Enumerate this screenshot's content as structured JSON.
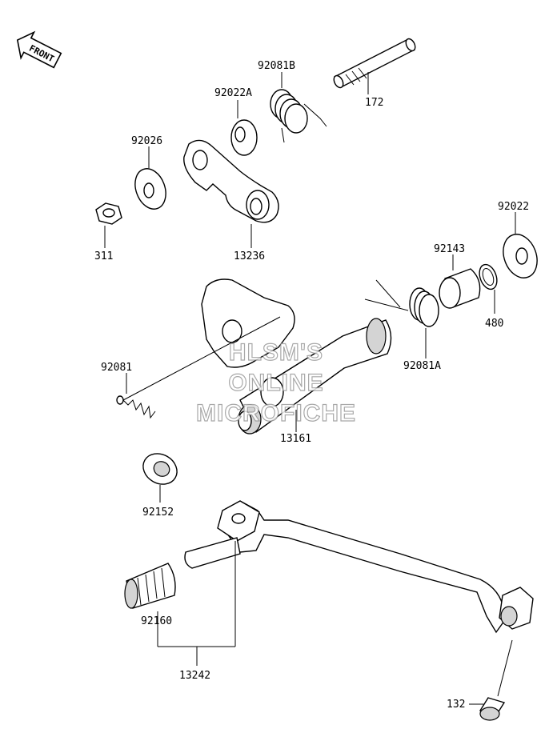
{
  "orientation": {
    "front_label": "FRONT"
  },
  "watermark": {
    "line1": "HLSM'S",
    "line2": "ONLINE",
    "line3": "MICROFICHE",
    "color": "#9a9a9a"
  },
  "parts": [
    {
      "number": "92081B",
      "icon": "torsion-spring"
    },
    {
      "number": "172",
      "icon": "pin"
    },
    {
      "number": "92022A",
      "icon": "washer"
    },
    {
      "number": "92026",
      "icon": "washer"
    },
    {
      "number": "311",
      "icon": "nut"
    },
    {
      "number": "13236",
      "icon": "lever"
    },
    {
      "number": "92022",
      "icon": "washer"
    },
    {
      "number": "92143",
      "icon": "collar"
    },
    {
      "number": "480",
      "icon": "circlip"
    },
    {
      "number": "92081A",
      "icon": "torsion-spring"
    },
    {
      "number": "92081",
      "icon": "spring"
    },
    {
      "number": "13161",
      "icon": "shift-shaft"
    },
    {
      "number": "92152",
      "icon": "seal"
    },
    {
      "number": "92160",
      "icon": "pedal-rubber"
    },
    {
      "number": "13242",
      "icon": "shift-pedal"
    },
    {
      "number": "132",
      "icon": "bolt"
    }
  ]
}
